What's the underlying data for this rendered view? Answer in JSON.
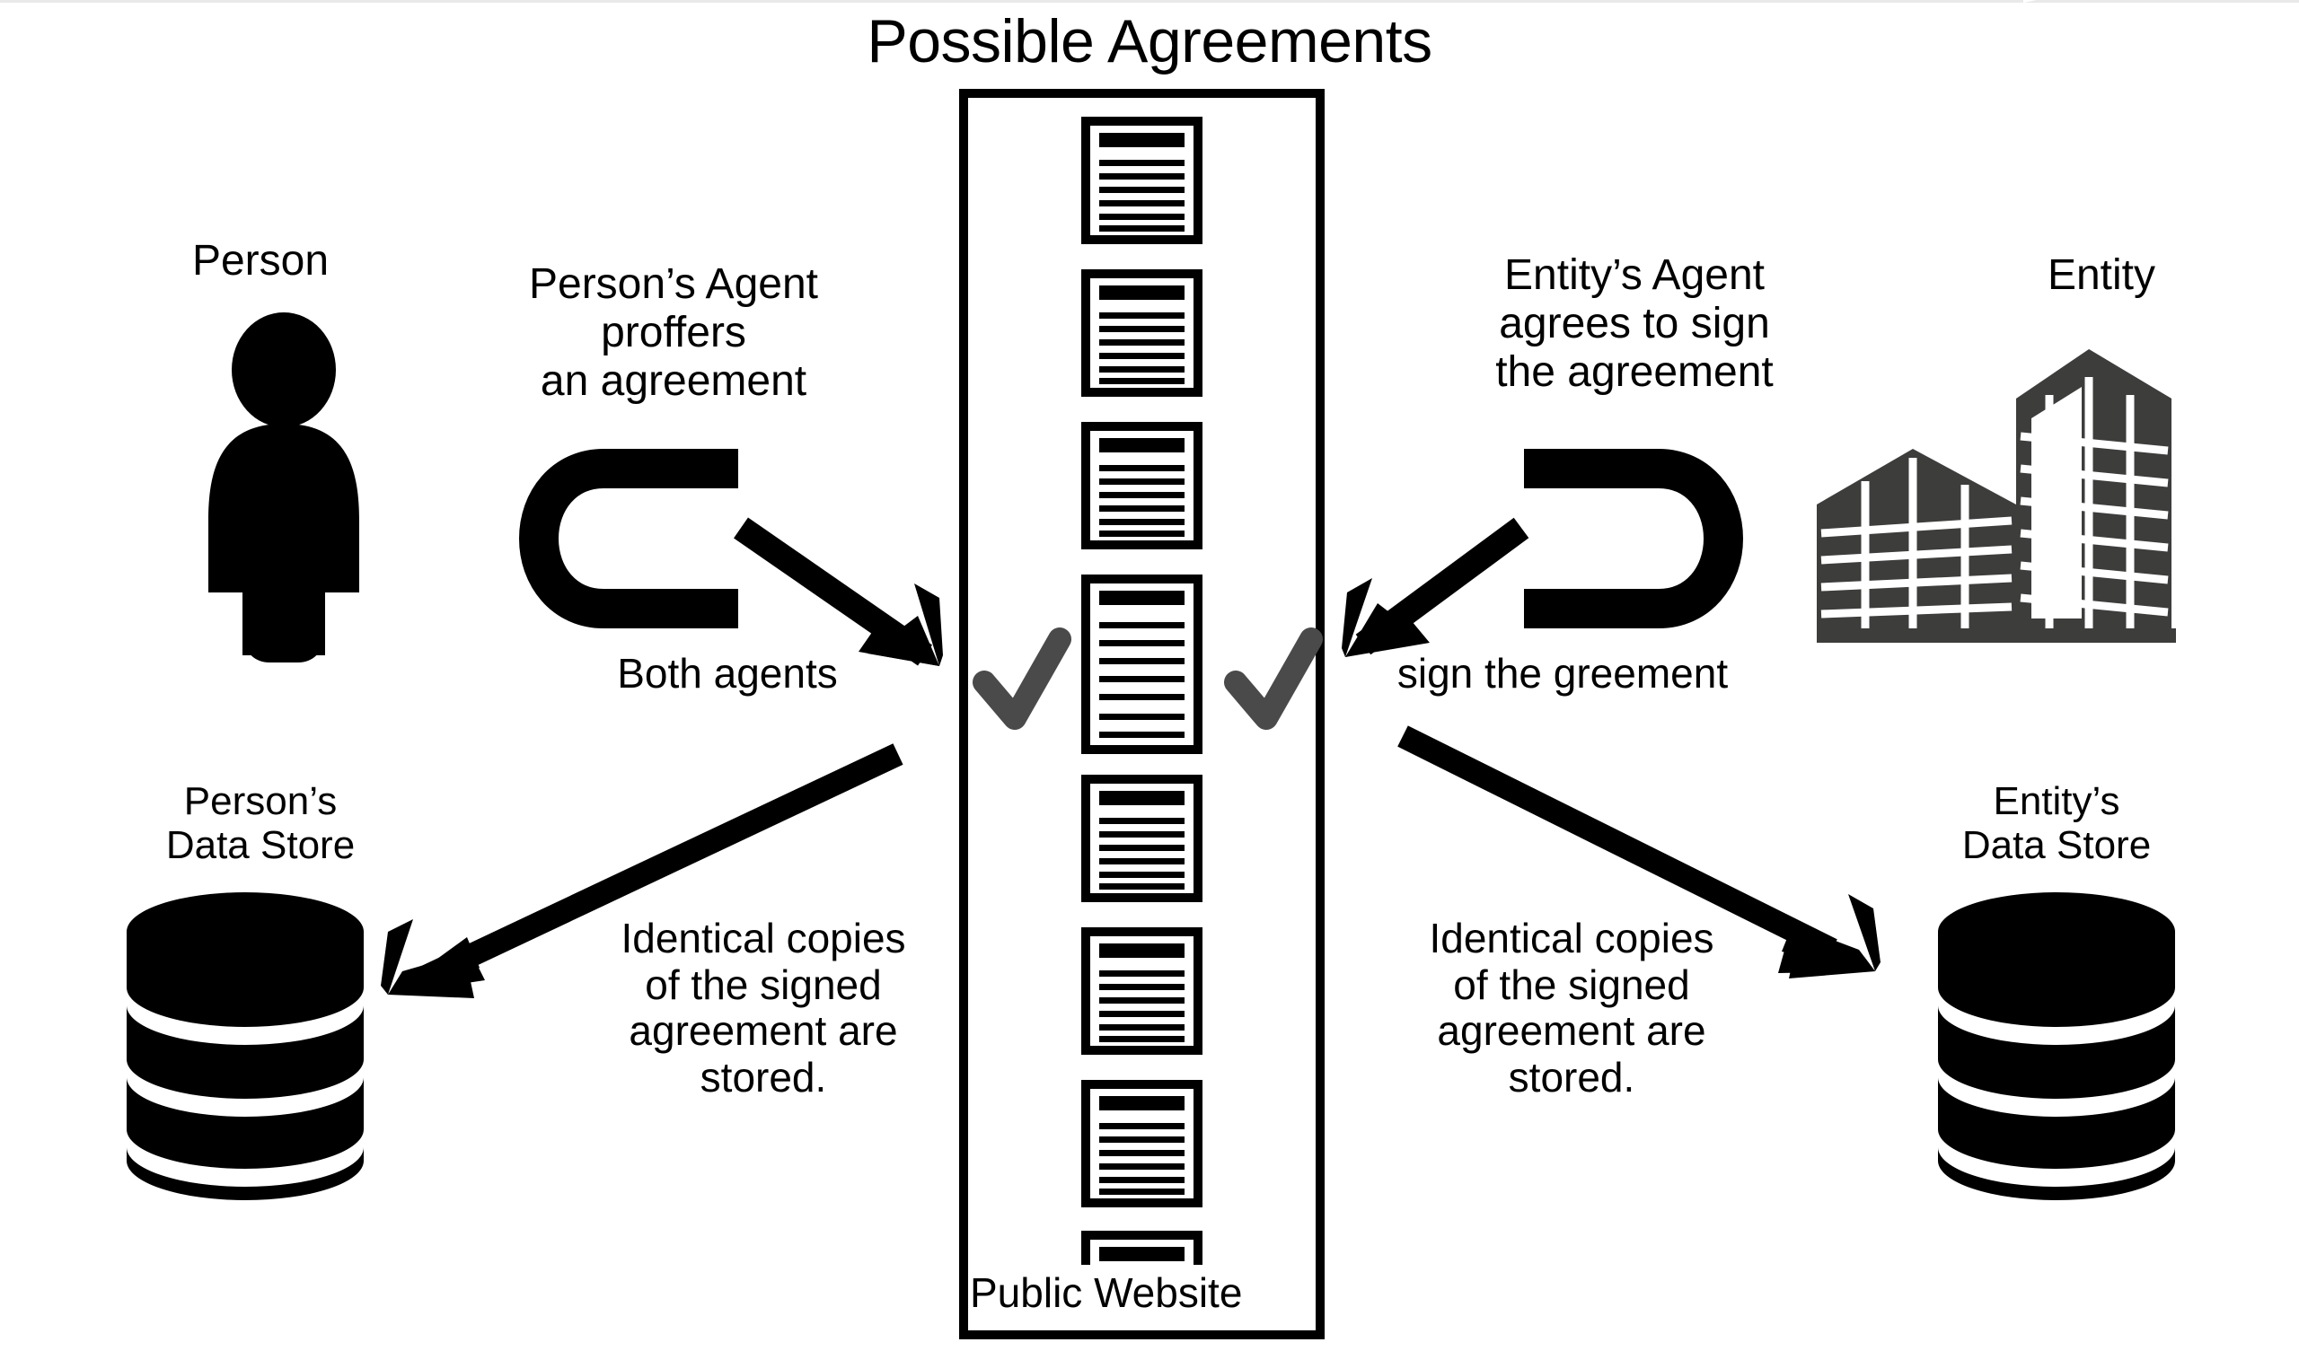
{
  "title": "Possible Agreements",
  "colors": {
    "ink": "#000000",
    "building": "#3d3d3c",
    "check": "#4a4a4a",
    "background": "#ffffff"
  },
  "actors": {
    "left": {
      "label": "Person",
      "icon": "person-icon",
      "store_label": "Person’s\nData Store",
      "store_icon": "database-cylinder-icon"
    },
    "right": {
      "label": "Entity",
      "icon": "office-building-icon",
      "store_label": "Entity’s\nData Store",
      "store_icon": "database-cylinder-icon"
    }
  },
  "agents": {
    "left": {
      "caption": "Person’s Agent\nproffers\nan agreement",
      "icon": "agent-bracket-left-icon",
      "arrow": "arrow-down-right-icon"
    },
    "right": {
      "caption": "Entity’s Agent\nagrees to sign\nthe agreement",
      "icon": "agent-bracket-right-icon",
      "arrow": "arrow-down-left-icon"
    }
  },
  "signing": {
    "left_text": "Both agents",
    "right_text": "sign the greement",
    "left_check": "check-icon",
    "right_check": "check-icon"
  },
  "storage": {
    "left_text": "Identical copies\nof the signed\nagreement are\nstored.",
    "right_text": "Identical copies\nof the signed\nagreement are\nstored.",
    "left_arrow": "arrow-down-left-long-icon",
    "right_arrow": "arrow-down-right-long-icon"
  },
  "website": {
    "label": "Public Website",
    "document_count": 8,
    "document_icon": "document-lines-icon",
    "lines_per_document": 7
  }
}
